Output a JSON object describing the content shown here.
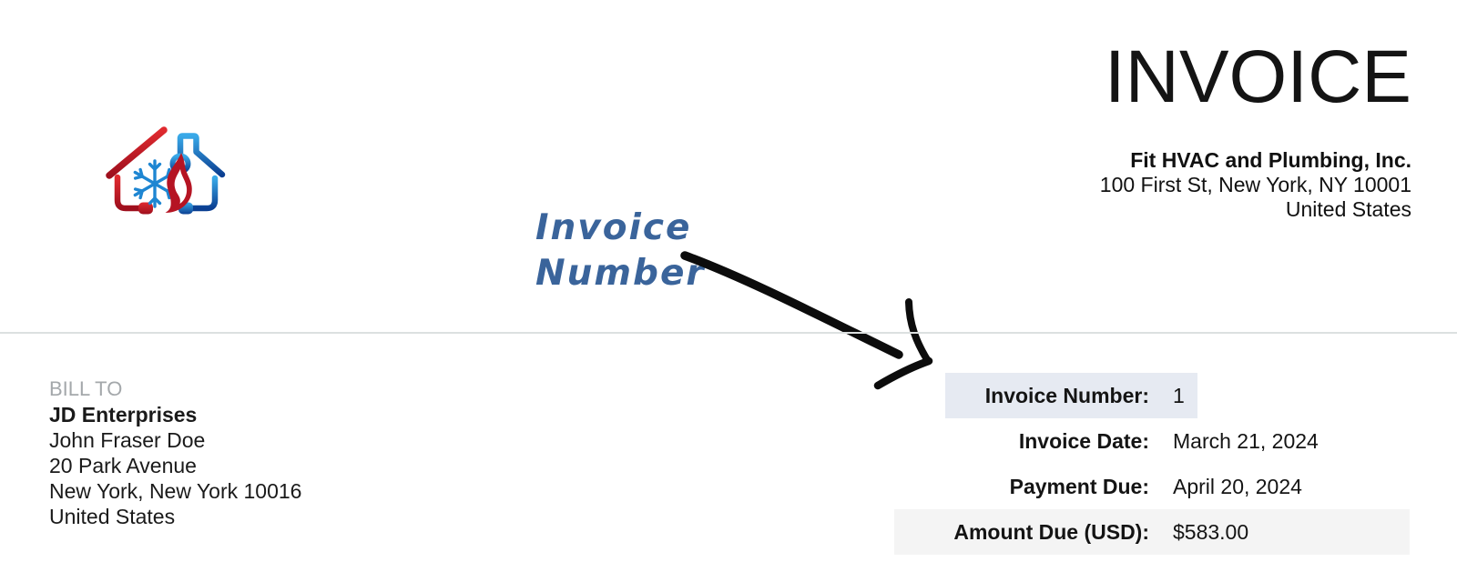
{
  "header": {
    "title": "INVOICE",
    "company_name": "Fit HVAC and Plumbing, Inc.",
    "company_address1": "100 First St, New York, NY 10001",
    "company_address2": "United States",
    "logo": "hvac-plumbing-house-logo"
  },
  "annotation": {
    "line1": "Invoice",
    "line2": "Number",
    "points_to": "invoice-number-field"
  },
  "bill_to": {
    "heading": "BILL TO",
    "name": "JD Enterprises",
    "contact": "John Fraser Doe",
    "address1": "20 Park Avenue",
    "address2": "New York, New York 10016",
    "address3": "United States"
  },
  "invoice_meta": {
    "rows": [
      {
        "label": "Invoice Number:",
        "value": "1"
      },
      {
        "label": "Invoice Date:",
        "value": "March 21, 2024"
      },
      {
        "label": "Payment Due:",
        "value": "April 20, 2024"
      },
      {
        "label": "Amount Due (USD):",
        "value": "$583.00"
      }
    ]
  },
  "colors": {
    "annotation_blue": "#3A649B",
    "highlight_blue": "#E6EAF2",
    "highlight_gray": "#F4F4F4",
    "divider_gray": "#DCE0E0",
    "billto_heading_gray": "#A4A8AB",
    "logo_red": "#C8202A",
    "logo_dark_red": "#B5121F",
    "logo_blue": "#1B79C6",
    "logo_light_blue": "#2D9FE0",
    "text": "#141414"
  }
}
